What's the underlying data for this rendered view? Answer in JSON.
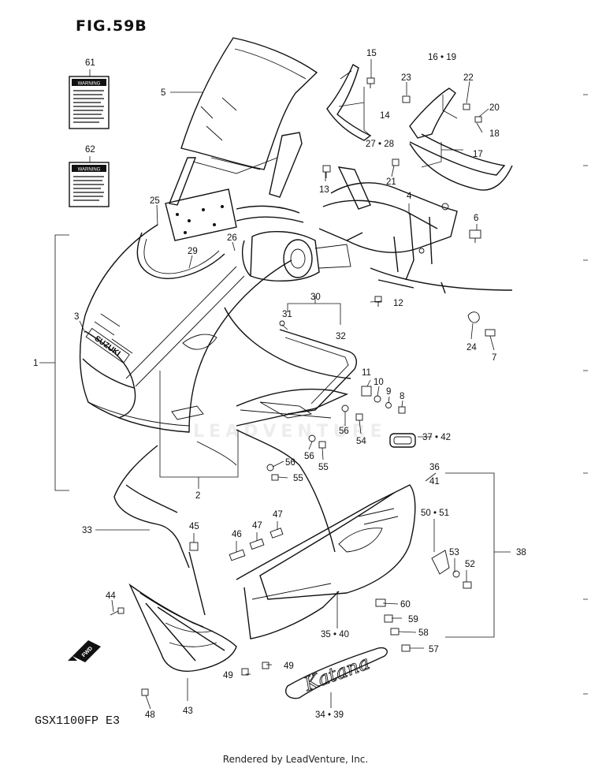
{
  "header": {
    "fig_title": "FIG.59B"
  },
  "footer": {
    "model_code": "GSX1100FP  E3",
    "credit": "Rendered by LeadVenture, Inc."
  },
  "watermark": "LEADVENTURE",
  "decal_text": "Katana",
  "brand_text": "SUZUKI",
  "fwd_label": "FWD",
  "warning_label_text": "WARNING",
  "callouts": {
    "c1": "1",
    "c2": "2",
    "c3": "3",
    "c4": "4",
    "c5": "5",
    "c6": "6",
    "c7": "7",
    "c8": "8",
    "c9": "9",
    "c10": "10",
    "c11": "11",
    "c12": "12",
    "c13": "13",
    "c14": "14",
    "c15": "15",
    "c16_19": "16 • 19",
    "c17": "17",
    "c18": "18",
    "c20": "20",
    "c21": "21",
    "c22": "22",
    "c23": "23",
    "c24": "24",
    "c25": "25",
    "c26": "26",
    "c27_28": "27 • 28",
    "c29": "29",
    "c30": "30",
    "c31": "31",
    "c32": "32",
    "c33": "33",
    "c34_39": "34 • 39",
    "c35_40": "35 • 40",
    "c36": "36",
    "c37_42": "37 • 42",
    "c38": "38",
    "c41": "41",
    "c43": "43",
    "c44": "44",
    "c45": "45",
    "c46": "46",
    "c47a": "47",
    "c47b": "47",
    "c48": "48",
    "c49a": "49",
    "c49b": "49",
    "c50_51": "50 • 51",
    "c52": "52",
    "c53": "53",
    "c54": "54",
    "c55a": "55",
    "c55b": "55",
    "c56a": "56",
    "c56b": "56",
    "c56c": "56",
    "c57": "57",
    "c58": "58",
    "c59": "59",
    "c60": "60",
    "c61": "61",
    "c62": "62"
  }
}
